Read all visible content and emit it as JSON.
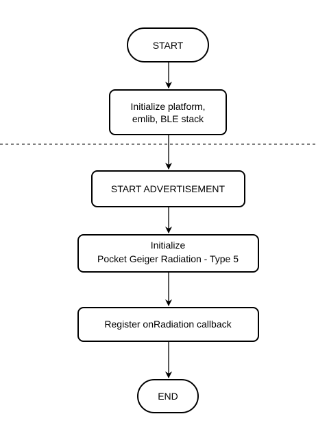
{
  "diagram": {
    "type": "flowchart",
    "nodes": {
      "start": {
        "shape": "terminal",
        "lines": [
          "START"
        ]
      },
      "init_platform": {
        "shape": "process",
        "lines": [
          "Initialize platform,",
          "emlib, BLE stack"
        ]
      },
      "start_adv": {
        "shape": "process",
        "lines": [
          "START ADVERTISEMENT"
        ]
      },
      "init_sensor": {
        "shape": "process",
        "lines": [
          "Initialize",
          "Pocket Geiger Radiation - Type 5"
        ]
      },
      "register_cb": {
        "shape": "process",
        "lines": [
          "Register onRadiation callback"
        ]
      },
      "end": {
        "shape": "terminal",
        "lines": [
          "END"
        ]
      }
    },
    "edges": [
      {
        "from": "start",
        "to": "init_platform"
      },
      {
        "from": "init_platform",
        "to": "start_adv"
      },
      {
        "from": "start_adv",
        "to": "init_sensor"
      },
      {
        "from": "init_sensor",
        "to": "register_cb"
      },
      {
        "from": "register_cb",
        "to": "end"
      }
    ],
    "separator": {
      "style": "dashed"
    },
    "colors": {
      "stroke": "#000000",
      "fill": "#ffffff",
      "text": "#000000"
    }
  }
}
